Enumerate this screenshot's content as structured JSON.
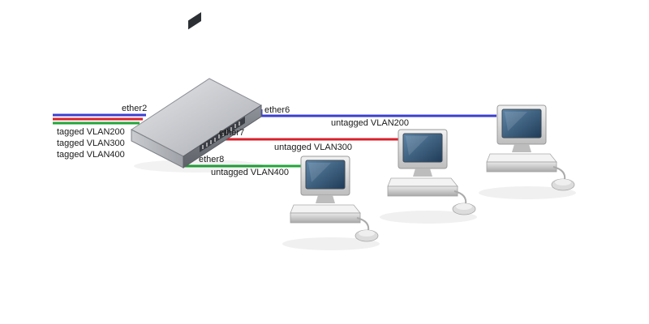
{
  "colors": {
    "vlan200": "#3b3fcf",
    "vlan300": "#d8212b",
    "vlan400": "#22a53a"
  },
  "icons": [
    "router-switch-icon",
    "computer-icon",
    "computer-icon",
    "computer-icon"
  ],
  "trunk": {
    "port": "ether2",
    "vlans": [
      "tagged VLAN200",
      "tagged VLAN300",
      "tagged VLAN400"
    ]
  },
  "access_ports": [
    {
      "port": "ether6",
      "vlan": "untagged VLAN200"
    },
    {
      "port": "ether7",
      "vlan": "untagged VLAN300"
    },
    {
      "port": "ether8",
      "vlan": "untagged VLAN400"
    }
  ]
}
